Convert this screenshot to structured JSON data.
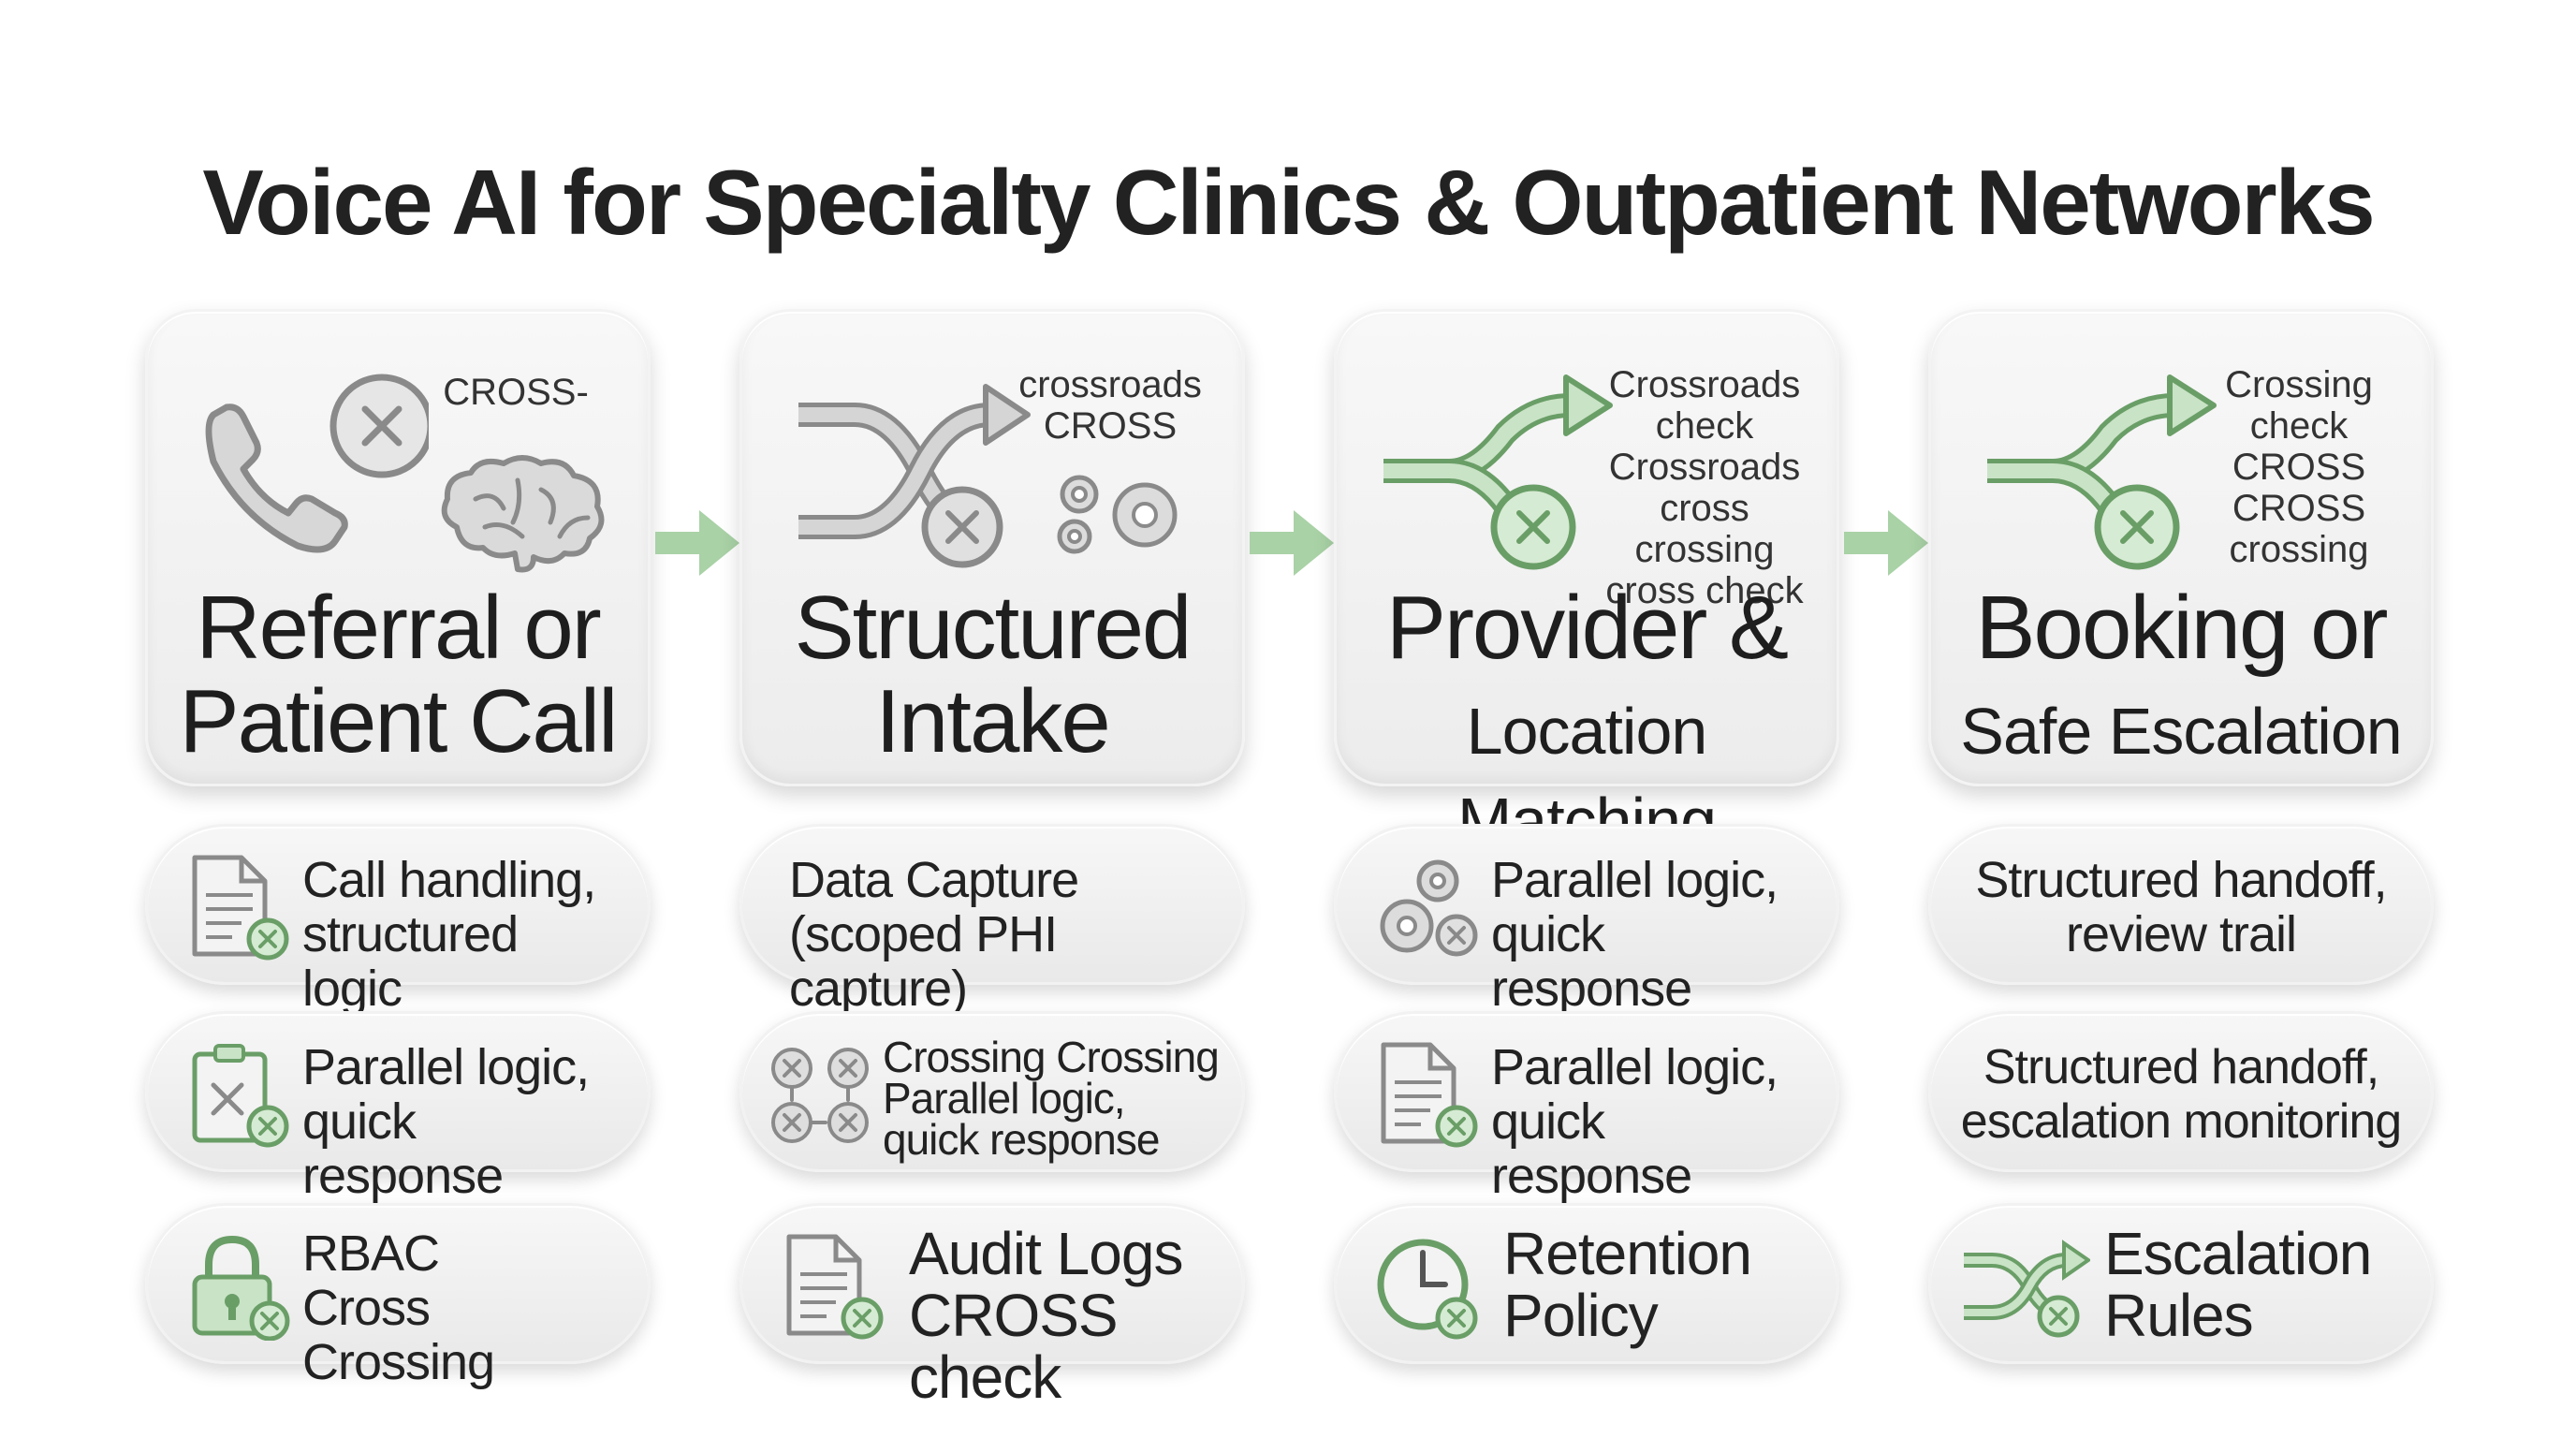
{
  "title": "Voice AI for Specialty Clinics & Outpatient Networks",
  "colors": {
    "accent_green": "#8fbf8c",
    "icon_gray": "#8c8c8c",
    "arrow_green": "#a9d2a6"
  },
  "stages": [
    {
      "icon": "phone-brain-icon",
      "side_text": "CROSS-",
      "title_line1": "Referral or",
      "title_line2": "Patient Call"
    },
    {
      "icon": "shuffle-gears-icon",
      "side_text": "crossroads\nCROSS",
      "title_line1": "Structured",
      "title_line2": "Intake"
    },
    {
      "icon": "branch-arrow-icon",
      "side_text": "Crossroads\ncheck\nCrossroads\ncross crossing\ncross check",
      "title_line1": "Provider &",
      "title_line2": "Location Matching"
    },
    {
      "icon": "branch-arrow-icon",
      "side_text": "Crossing\ncheck\nCROSS\nCROSS\ncrossing",
      "title_line1": "Booking or",
      "title_line2": "Safe Escalation"
    }
  ],
  "pills": [
    [
      {
        "icon": "document-icon",
        "text": "Call handling,\nstructured logic"
      },
      {
        "icon": "clipboard-icon",
        "text": "Parallel logic,\nquick response"
      },
      {
        "icon": "lock-icon",
        "text": "RBAC\nCross Crossing"
      }
    ],
    [
      {
        "icon": "",
        "text": "Data Capture\n(scoped PHI capture)"
      },
      {
        "icon": "nodes-icon",
        "text": "Crossing Crossing\nParallel logic,\nquick response"
      },
      {
        "icon": "document-icon",
        "text": "Audit Logs\nCROSS check"
      }
    ],
    [
      {
        "icon": "gears-icon",
        "text": "Parallel logic,\nquick response"
      },
      {
        "icon": "document-icon",
        "text": "Parallel logic,\nquick response"
      },
      {
        "icon": "clock-icon",
        "text": "Retention\nPolicy"
      }
    ],
    [
      {
        "icon": "",
        "text": "Structured handoff,\nreview trail"
      },
      {
        "icon": "",
        "text": "Structured handoff,\nescalation monitoring"
      },
      {
        "icon": "shuffle-icon",
        "text": "Escalation\nRules"
      }
    ]
  ]
}
